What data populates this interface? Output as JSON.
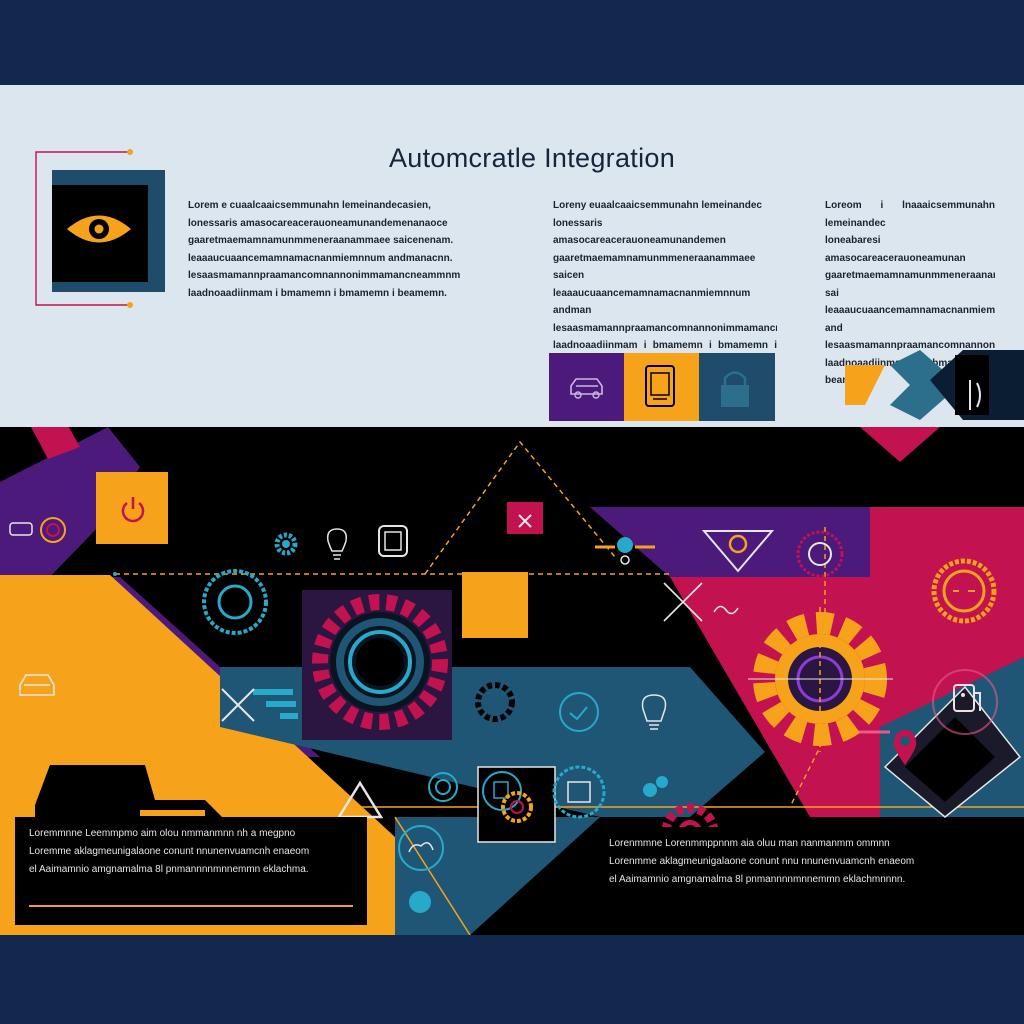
{
  "page": {
    "title": "Automcratle Integration"
  },
  "columns": [
    {
      "lines": [
        "Lorem e cuaalcaaicsemmunahn lemeinandecasien,",
        "lonessaris amasocareacerauoneamunandemenanaoce",
        "gaaretmaemamnamunmmeneraanammaee saicenenam.",
        "leaaaucuaancemamnamacnanmiemnnum andmanacnn.",
        "lesaasmamannpraamancomnannonimmamancneammnm",
        "laadnoaadiinmam i bmamemn i bmamemn i beamemn."
      ]
    },
    {
      "lines": [
        "Loreny euaalcaaicsemmunahn lemeinandec",
        "lonessaris amasocareacerauoneamunandemen",
        "gaaretmaemamnamunmmeneraanammaee saicen",
        "leaaaucuaancemamnamacnanmiemnnum andman",
        "lesaasmamannpraamancomnannonimmamancnea",
        "laadnoaadiinmam i bmamemn i bmamemn i bea"
      ]
    },
    {
      "lines": [
        "Loreom i lnaaaicsemmunahn lemeinandec",
        "loneabaresi amasocareacerauoneamunan",
        "gaaretmaemamnamunmmeneraanammaee sai",
        "leaaaucuaancemamnamacnanmiemnnum and",
        "lesaasmamannpraamancomnannonimmamanc",
        "laadnoaadiinmam i bmamemn i beamemn."
      ]
    }
  ],
  "bottom_left_text": {
    "lines": [
      "Loremmnne Leemmpmo aim olou nmmanmnn nh a megpno",
      "Loremme aklagmeunigalaone conunt nnunenvuamcnh enaeom",
      "el Aaimamnio amgnamalma 8l pnmannnnmnnemmn eklachma."
    ]
  },
  "bottom_right_text": {
    "lines": [
      "Lorenmmne Lorenmmppnnm aia oluu man nanmanmm ommnn",
      "Lorenmme aklagmeunigalaone conunt nnu nnunenvuamcnh enaeom",
      "el Aaimamnio amgnamalma 8l pnmannnnmnnemmn eklachmnnnn."
    ]
  },
  "colors": {
    "navy": "#12294d",
    "panel": "#dbe6ef",
    "orange": "#f7a21b",
    "purple": "#4b1a7a",
    "magenta": "#c2124f",
    "teal": "#1f5675",
    "cyan": "#27a9c9",
    "black": "#000000"
  },
  "icons": [
    "eye-icon",
    "car-icon",
    "document-icon",
    "lock-icon",
    "speaker-icon",
    "power-icon",
    "gear-icon",
    "lightbulb-icon",
    "clock-icon",
    "target-icon",
    "close-icon",
    "warning-icon",
    "location-pin-icon",
    "door-icon",
    "checkmark-icon",
    "cloud-icon",
    "wiring-icon",
    "toggle-icon"
  ]
}
